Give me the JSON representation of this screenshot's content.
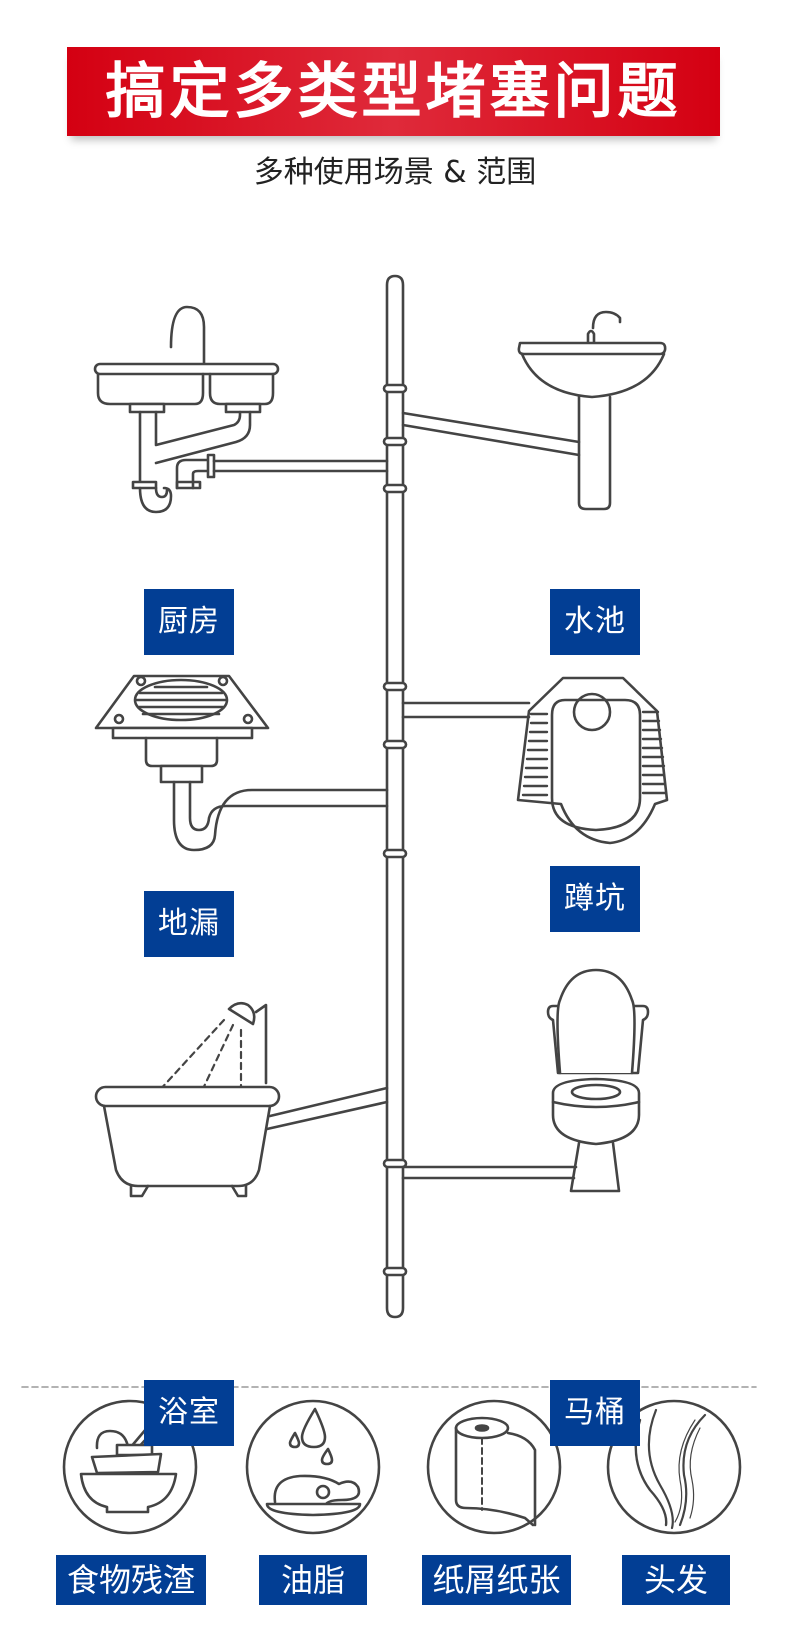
{
  "header": {
    "title": "搞定多类型堵塞问题",
    "subtitle": "多种使用场景 & 范围"
  },
  "scenes": [
    {
      "id": "kitchen",
      "label": "厨房",
      "icon": "kitchen-sink-icon"
    },
    {
      "id": "basin",
      "label": "水池",
      "icon": "wash-basin-icon"
    },
    {
      "id": "floor-drain",
      "label": "地漏",
      "icon": "floor-drain-icon"
    },
    {
      "id": "squat-toilet",
      "label": "蹲坑",
      "icon": "squat-toilet-icon"
    },
    {
      "id": "bathroom",
      "label": "浴室",
      "icon": "bathtub-shower-icon"
    },
    {
      "id": "toilet",
      "label": "马桶",
      "icon": "toilet-icon"
    }
  ],
  "clogs": [
    {
      "id": "food",
      "label": "食物残渣",
      "icon": "food-bowl-icon"
    },
    {
      "id": "grease",
      "label": "油脂",
      "icon": "grease-drop-icon"
    },
    {
      "id": "paper",
      "label": "纸屑纸张",
      "icon": "paper-roll-icon"
    },
    {
      "id": "hair",
      "label": "头发",
      "icon": "hair-icon"
    }
  ],
  "colors": {
    "banner_red": "#d40012",
    "label_blue": "#023e94",
    "line_gray": "#444444"
  }
}
